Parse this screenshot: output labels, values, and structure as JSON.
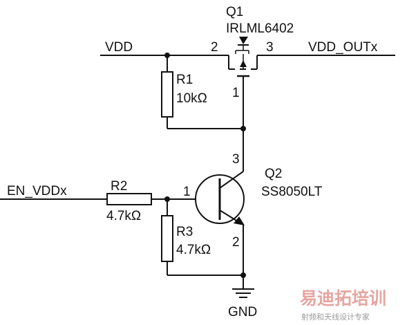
{
  "nets": {
    "vdd": "VDD",
    "vdd_out": "VDD_OUTx",
    "en": "EN_VDDx",
    "gnd": "GND"
  },
  "components": {
    "q1": {
      "ref": "Q1",
      "value": "IRLML6402",
      "pin_gate": "1",
      "pin_source": "2",
      "pin_drain": "3"
    },
    "q2": {
      "ref": "Q2",
      "value": "SS8050LT",
      "pin_base": "1",
      "pin_emitter": "2",
      "pin_collector": "3"
    },
    "r1": {
      "ref": "R1",
      "value": "10kΩ"
    },
    "r2": {
      "ref": "R2",
      "value": "4.7kΩ"
    },
    "r3": {
      "ref": "R3",
      "value": "4.7kΩ"
    }
  },
  "watermark": {
    "logo": "易迪拓培训",
    "tagline": "射频和天线设计专家"
  },
  "colors": {
    "wire": "#111111",
    "watermark_logo": "#e6a5a0",
    "watermark_tagline": "#9a9a9a"
  }
}
